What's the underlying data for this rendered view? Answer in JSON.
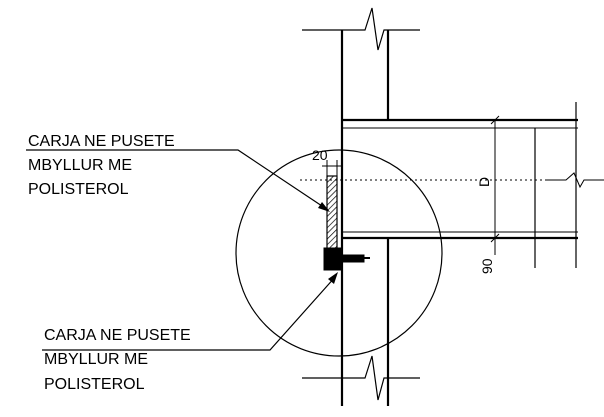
{
  "annotation_top": {
    "line1": "CARJA NE PUSETE",
    "line2": "MBYLLUR ME",
    "line3": "POLISTEROL"
  },
  "annotation_bottom": {
    "line1": "CARJA NE PUSETE",
    "line2": "MBYLLUR ME",
    "line3": "POLISTEROL"
  },
  "dimensions": {
    "gap_width": "20",
    "beam_depth_label": "D",
    "bottom_offset": "90"
  }
}
